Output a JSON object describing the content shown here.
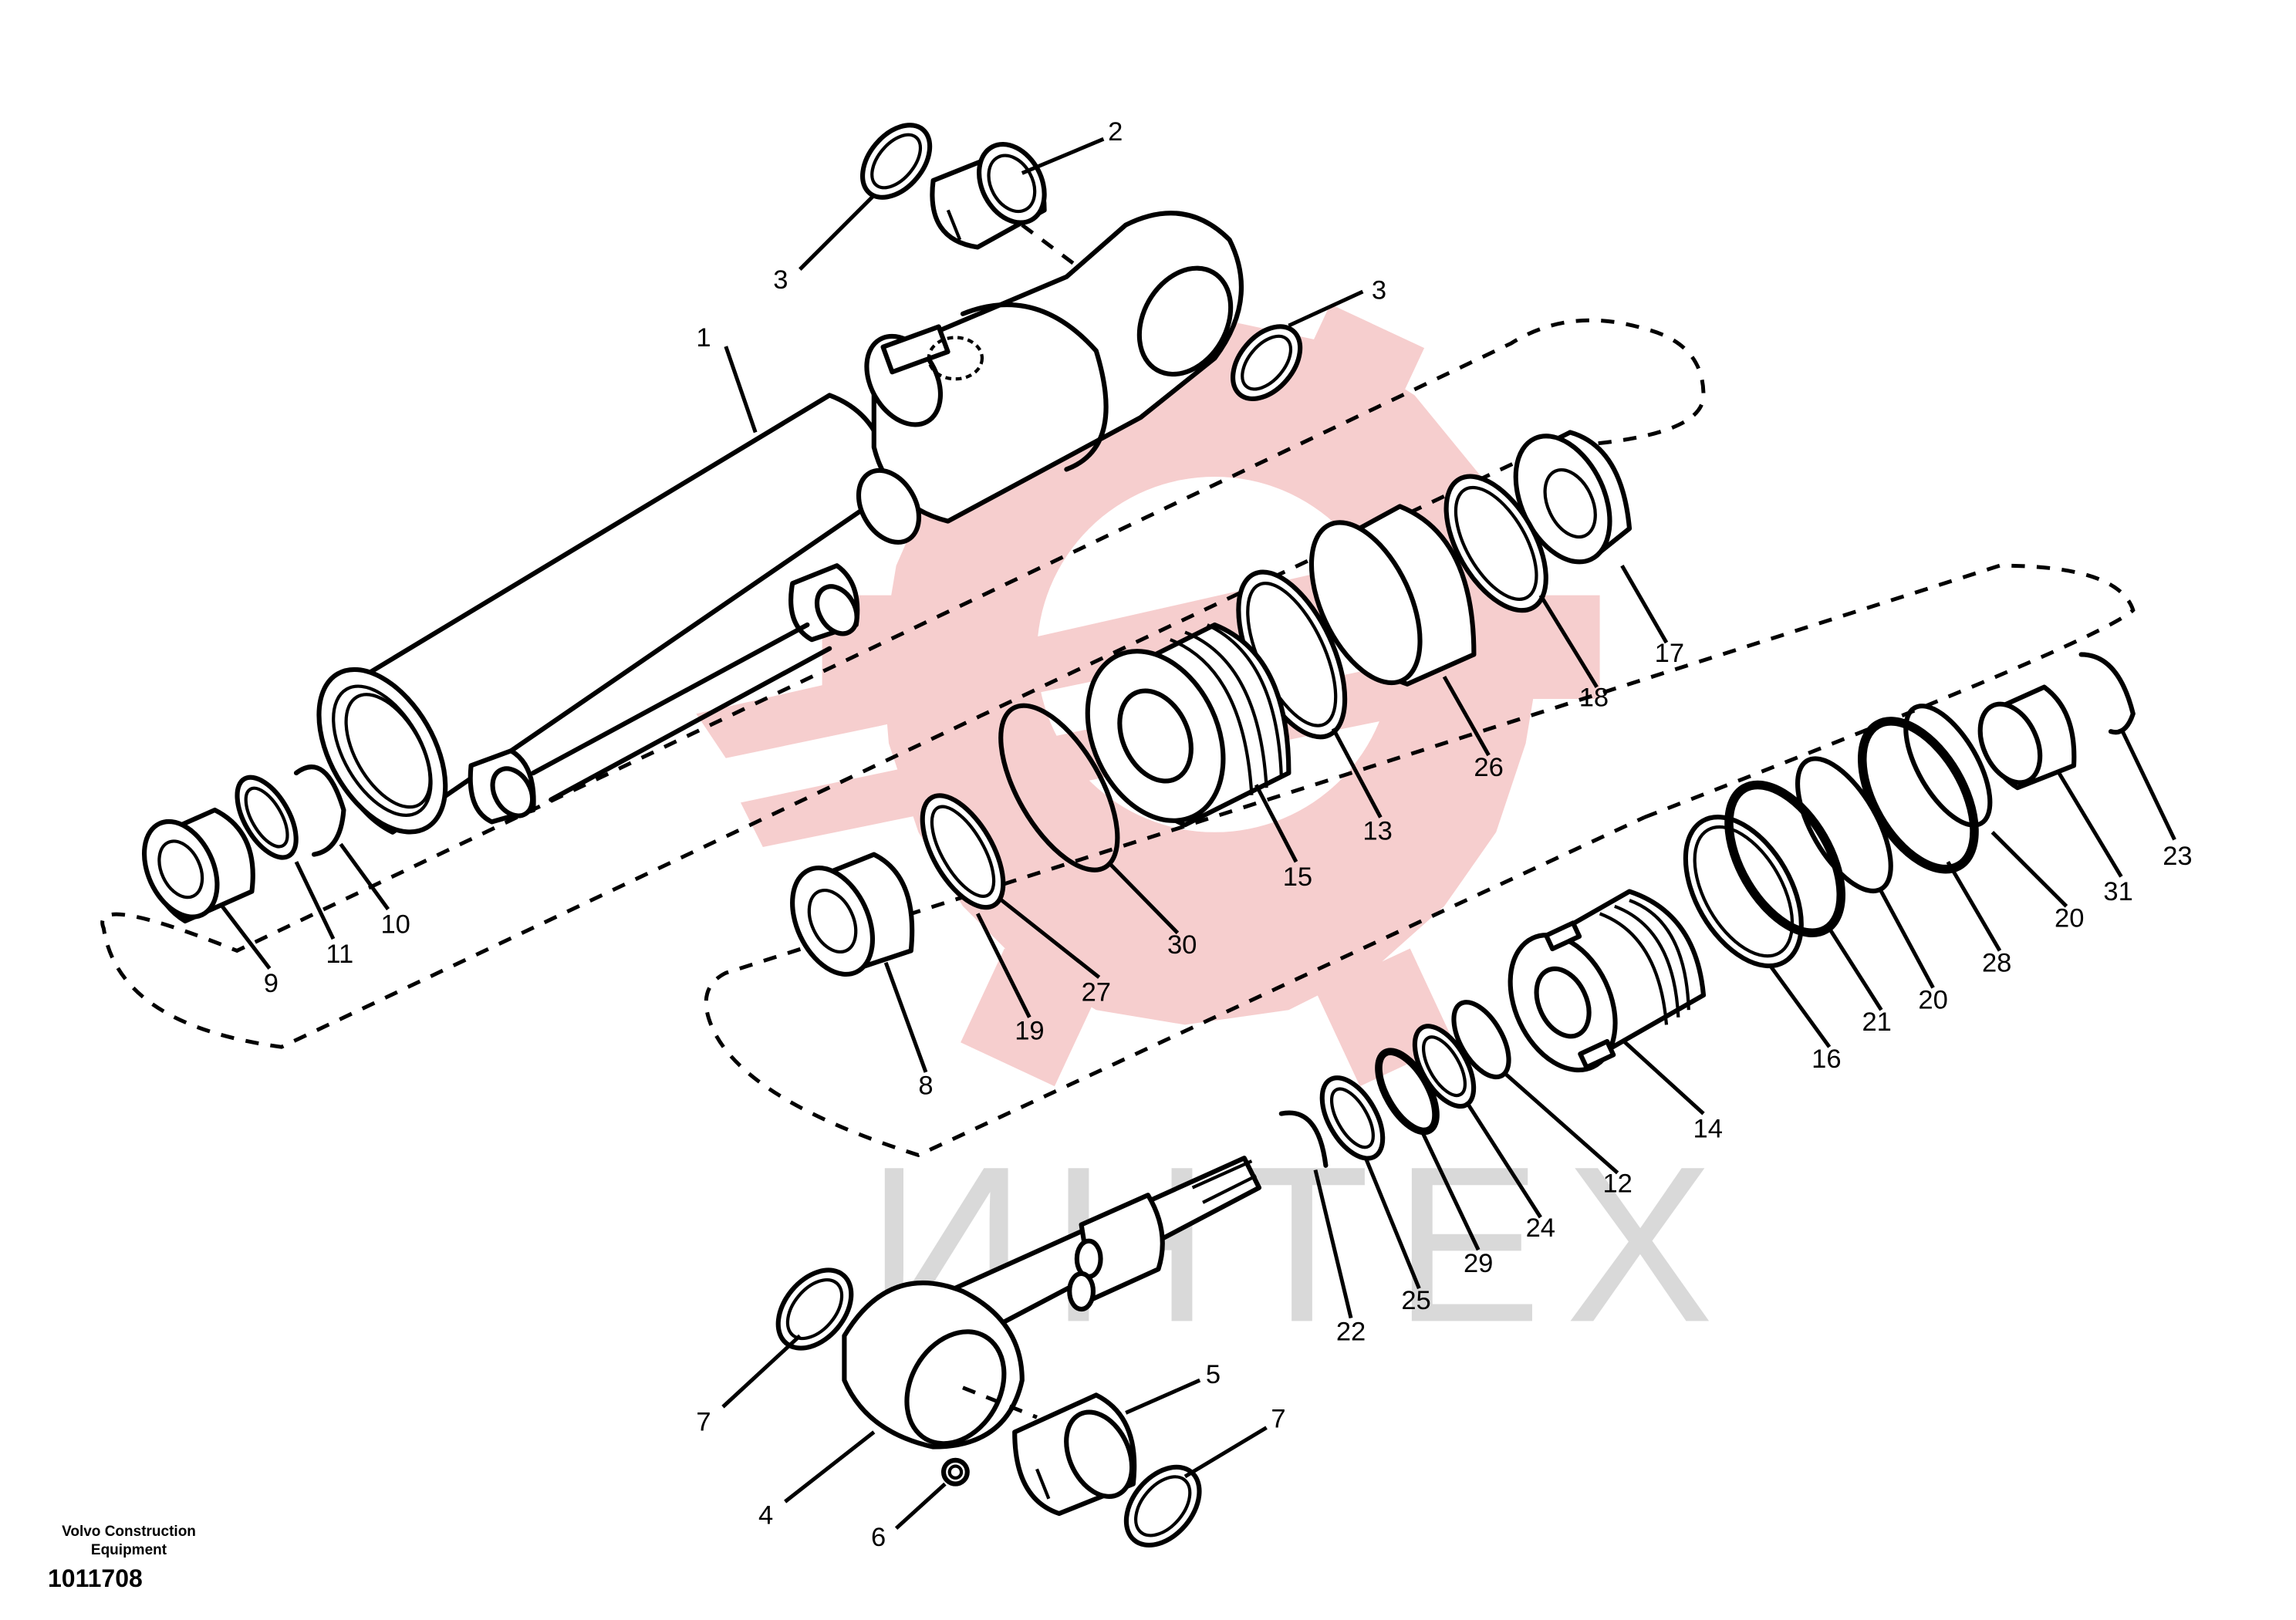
{
  "watermark": {
    "text": "ИНТЕХ",
    "logo_color": "#f5c6c6",
    "text_color": "#d9d9d9"
  },
  "footer": {
    "company_line1": "Volvo Construction",
    "company_line2": "Equipment",
    "drawing_number": "1011708"
  },
  "callouts": {
    "c1": "1",
    "c2": "2",
    "c3a": "3",
    "c3b": "3",
    "c4": "4",
    "c5": "5",
    "c6": "6",
    "c7a": "7",
    "c7b": "7",
    "c8": "8",
    "c9": "9",
    "c10": "10",
    "c11": "11",
    "c12": "12",
    "c13": "13",
    "c14": "14",
    "c15": "15",
    "c16": "16",
    "c17": "17",
    "c18": "18",
    "c19": "19",
    "c20a": "20",
    "c20b": "20",
    "c21": "21",
    "c22": "22",
    "c23": "23",
    "c24": "24",
    "c25": "25",
    "c26": "26",
    "c27": "27",
    "c28": "28",
    "c29": "29",
    "c30": "30",
    "c31": "31"
  }
}
